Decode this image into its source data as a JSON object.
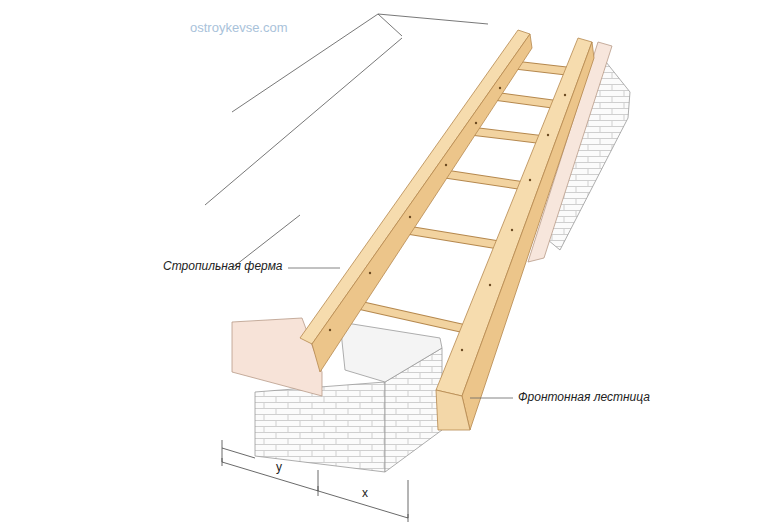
{
  "diagram": {
    "labels": [
      "ostroykevse.com",
      "Стропильная ферма",
      "Фронтонная лестница",
      "y",
      "x"
    ]
  }
}
